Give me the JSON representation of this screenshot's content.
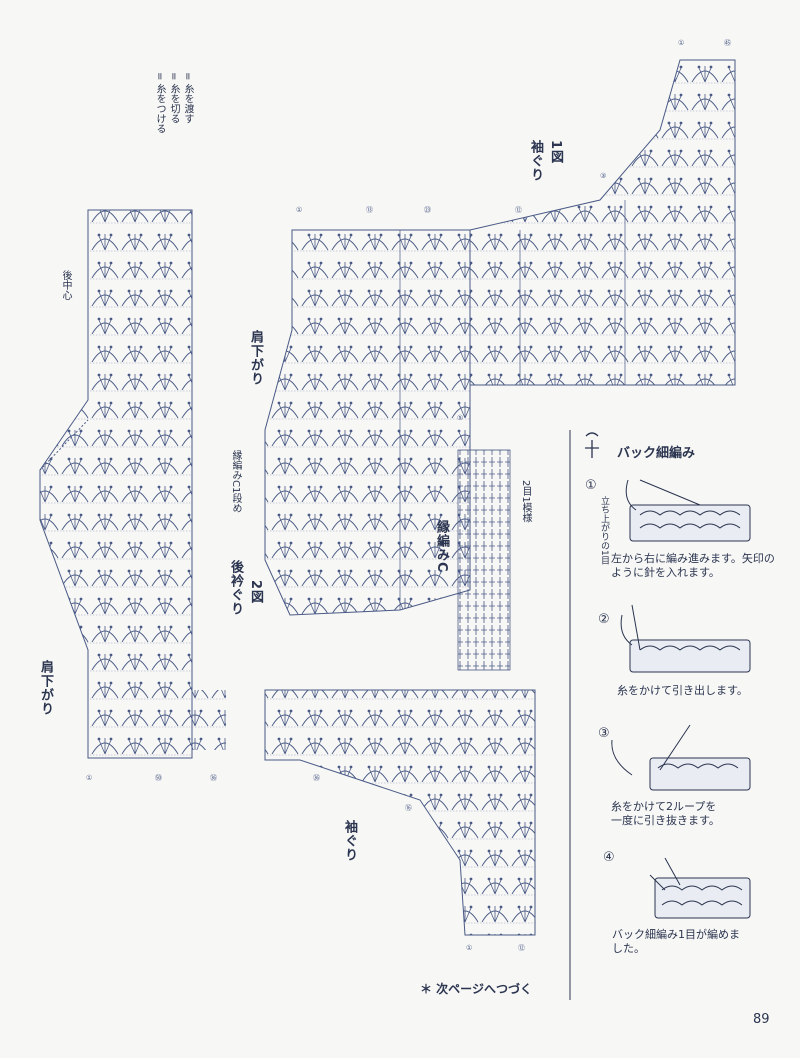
{
  "legend": {
    "attach": "= 糸をつける",
    "cut": "= 糸を切る",
    "carry": "= 糸を渡す"
  },
  "labels": {
    "back_center": "後中心",
    "shoulder_left": "肩下がり",
    "shoulder_mid": "肩下がり",
    "edging_c_first_row": "縁編みC1段め",
    "back_neckline": "後衿ぐり",
    "fig2": "2図",
    "armhole_top": "袖ぐり",
    "fig1": "1図",
    "armhole_bottom": "袖ぐり",
    "edging_c": "縁編みC",
    "two_st_repeat": "2目1模様",
    "continue_note": "＊ 次ページへつづく",
    "page_number": "89"
  },
  "sidebar": {
    "title": "バック細編み",
    "steps": [
      {
        "num": "①",
        "text": "左から右に編み進みます。矢印のように針を入れます。",
        "inset": "立ち上がりの1目"
      },
      {
        "num": "②",
        "text": "糸をかけて引き出します。"
      },
      {
        "num": "③",
        "text": "糸をかけて2ループを一度に引き抜きます。"
      },
      {
        "num": "④",
        "text": "バック細編み1目が編めました。"
      }
    ]
  },
  "colors": {
    "ink": "#2b3550",
    "paper": "#f7f7f5",
    "line": "#4a5a86"
  }
}
